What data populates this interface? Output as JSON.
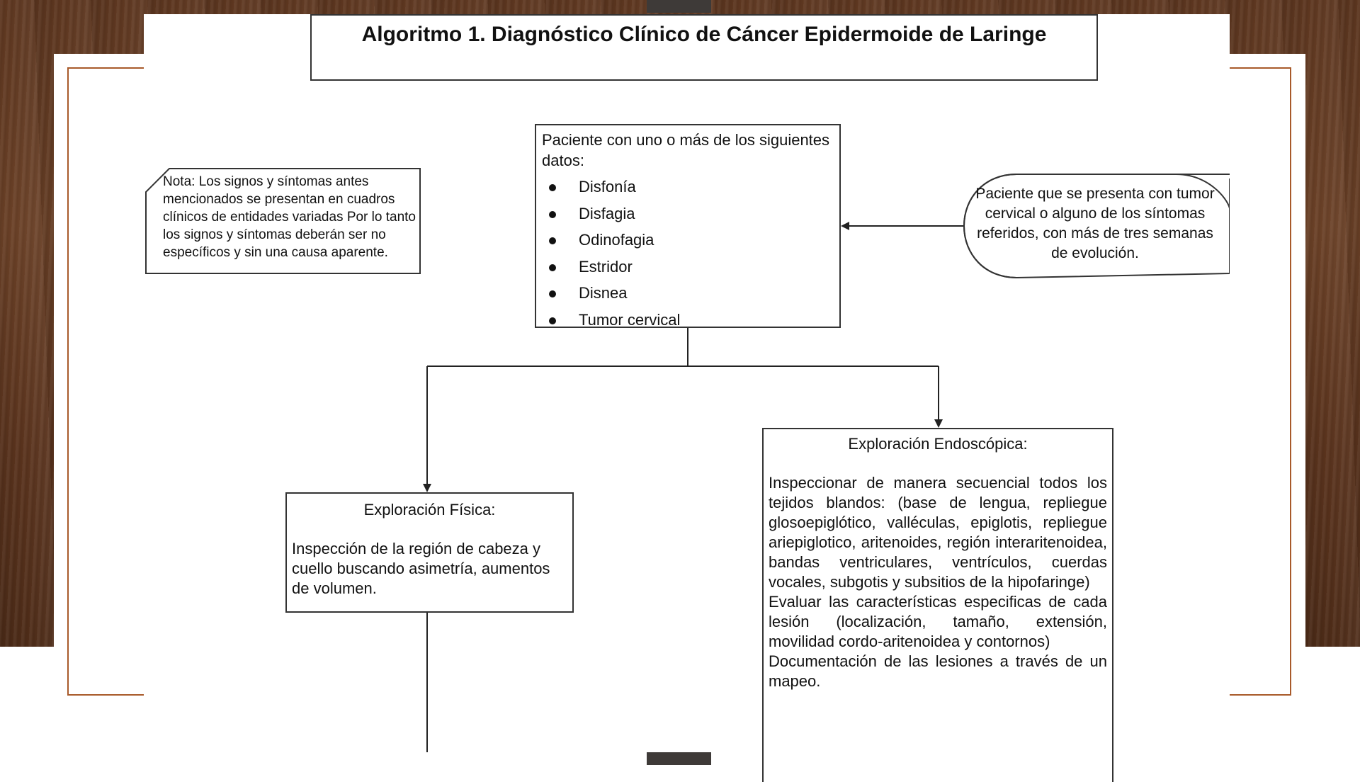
{
  "title": "Algoritmo 1.  Diagnóstico Clínico de Cáncer Epidermoide de Laringe",
  "main_box": {
    "intro": "Paciente con uno o más de los siguientes datos:",
    "items": [
      "Disfonía",
      "Disfagia",
      "Odinofagia",
      "Estridor",
      "Disnea",
      "Tumor cervical"
    ]
  },
  "note": "Nota: Los signos y síntomas antes mencionados se presentan en cuadros clínicos de entidades variadas Por lo tanto los signos y síntomas deberán ser no específicos y sin una causa aparente.",
  "oval": "Paciente que se presenta con tumor cervical o alguno de los síntomas referidos, con más de tres semanas de evolución.",
  "exploracion_fisica": {
    "heading": "Exploración Física:",
    "body": "Inspección de la región de cabeza y cuello buscando asimetría, aumentos de volumen."
  },
  "exploracion_endoscopica": {
    "heading": "Exploración Endoscópica:",
    "paragraphs": [
      "Inspeccionar de manera secuencial todos los tejidos blandos: (base de lengua, repliegue glosoepiglótico, valléculas, epiglotis, repliegue ariepiglotico, aritenoides, región interaritenoidea, bandas ventriculares, ventrículos, cuerdas vocales, subgotis y subsitios de la hipofaringe)",
      "Evaluar las características especificas de cada lesión (localización, tamaño, extensión, movilidad cordo-aritenoidea y contornos)",
      "Documentación de las lesiones a través de un mapeo."
    ]
  },
  "colors": {
    "wood": "#5e3720",
    "frame_line": "#a85a2a",
    "box_border": "#333333"
  }
}
